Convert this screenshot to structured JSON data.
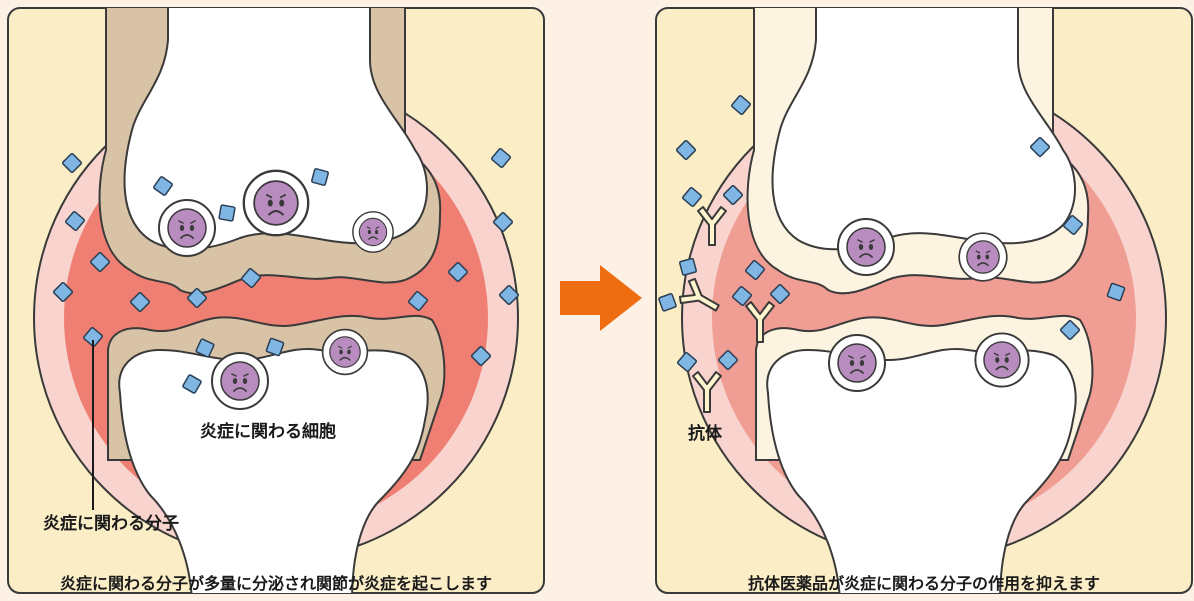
{
  "colors": {
    "background": "#fdf1e6",
    "panel_fill": "#fbeec7",
    "outer_capsule": "#f9d3cd",
    "inflamed_capsule": "#ef7f72",
    "calm_capsule": "#f09d93",
    "cartilage_inflamed": "#d8c3a7",
    "cartilage_calm": "#fdf3e1",
    "bone": "#ffffff",
    "cell_face": "#b98cc0",
    "molecule": "#7fb6e3",
    "antibody": "#fff6cf",
    "arrow": "#ee6d11",
    "outline": "#3a3a3a"
  },
  "left_panel": {
    "caption": "炎症に関わる分子が多量に分泌され関節が炎症を起こします",
    "label_cells": "炎症に関わる細胞",
    "label_molecules": "炎症に関わる分子"
  },
  "right_panel": {
    "caption": "抗体医薬品が炎症に関わる分子の作用を抑えます",
    "label_antibody": "抗体"
  },
  "icons": {
    "arrow": "arrow-right-icon",
    "cell": "sad-cell-icon",
    "molecule": "diamond-molecule-icon",
    "antibody": "y-antibody-icon"
  }
}
